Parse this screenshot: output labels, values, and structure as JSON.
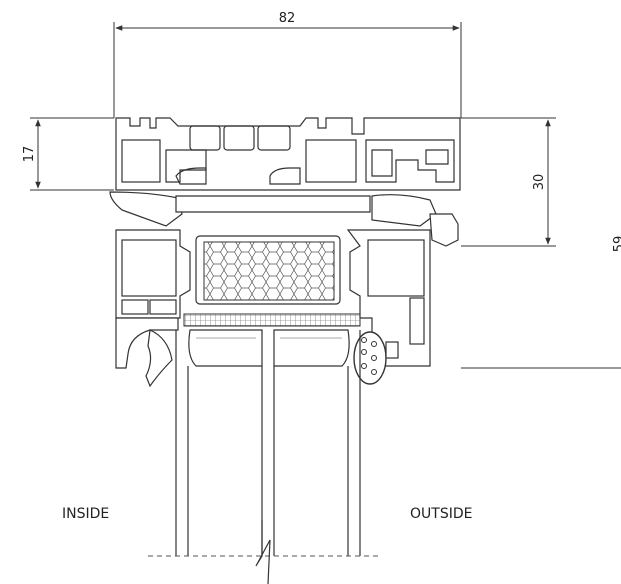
{
  "diagram": {
    "dimensions": {
      "overall_width": "82",
      "upper_height_left": "17",
      "upper_height_right": "30",
      "total_height": "59"
    },
    "labels": {
      "inside": "INSIDE",
      "outside": "OUTSIDE"
    },
    "colors": {
      "line": "#333333",
      "background": "#ffffff"
    }
  }
}
